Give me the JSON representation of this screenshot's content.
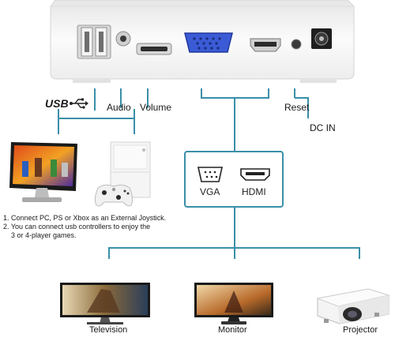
{
  "labels": {
    "usb": "USB",
    "audio": "Audio",
    "volume": "Volume",
    "reset": "Reset",
    "dc_in": "DC IN"
  },
  "outputs": {
    "vga": "VGA",
    "hdmi": "HDMI"
  },
  "notes": [
    "1. Connect PC, PS or Xbox as an External Joystick.",
    "2. You can connect usb controllers to enjoy the",
    "3 or 4-player games."
  ],
  "displays": {
    "television": "Television",
    "monitor": "Monitor",
    "projector": "Projector"
  },
  "colors": {
    "connector_line": "#3a8fa8",
    "device_body": "#f2f2f2",
    "vga_port": "#3b5bd6",
    "usb_accent": "#3a8fa8"
  }
}
